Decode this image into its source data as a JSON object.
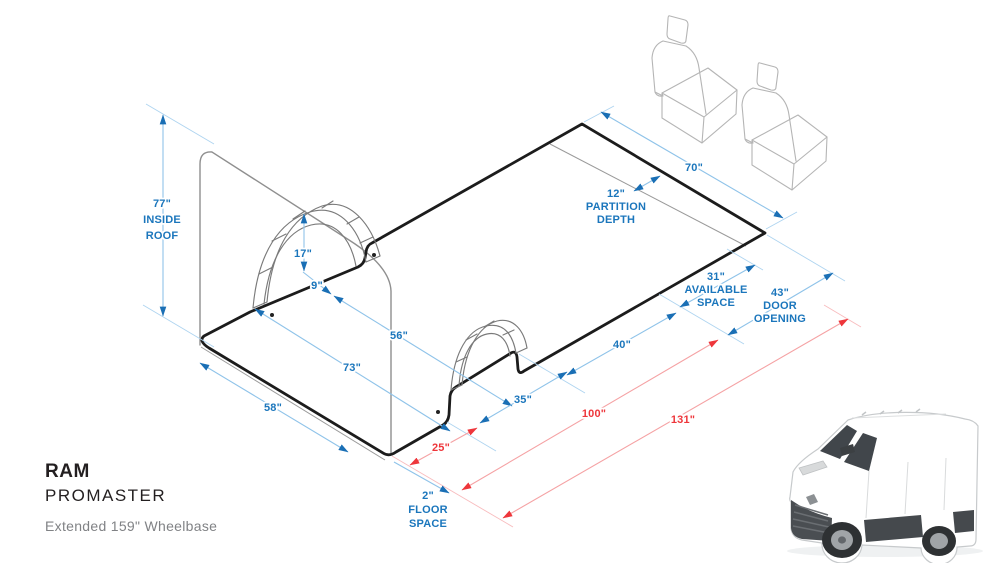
{
  "title": {
    "brand": "RAM",
    "model": "PROMASTER",
    "subtitle": "Extended 159\" Wheelbase"
  },
  "dims": {
    "inside_roof": [
      "77\"",
      "INSIDE",
      "ROOF"
    ],
    "partition_depth": [
      "12\"",
      "PARTITION",
      "DEPTH"
    ],
    "available_space": [
      "31\"",
      "AVAILABLE",
      "SPACE"
    ],
    "door_opening": [
      "43\"",
      "DOOR",
      "OPENING"
    ],
    "floor_space": [
      "2\"",
      "FLOOR",
      "SPACE"
    ],
    "top_width": "70\"",
    "mid_width": "56\"",
    "floor_width_mid": "73\"",
    "floor_width_front": "58\"",
    "wheel_well_height": "17\"",
    "wheel_well_top_width": "9\"",
    "rear_to_wheel_well": "40\"",
    "wheel_well_length": "35\"",
    "front_floor": "25\"",
    "cargo_length": "100\"",
    "total_floor_length": "131\""
  },
  "colors": {
    "dimension_blue_text": "#1b76bc",
    "dimension_blue_line": "#8fc3e9",
    "dimension_red_text": "#ee363b",
    "dimension_red_line": "#f5a2a4",
    "outline_black": "#1c1c1c",
    "sketch_gray": "#8f8f8f",
    "background": "#ffffff"
  }
}
